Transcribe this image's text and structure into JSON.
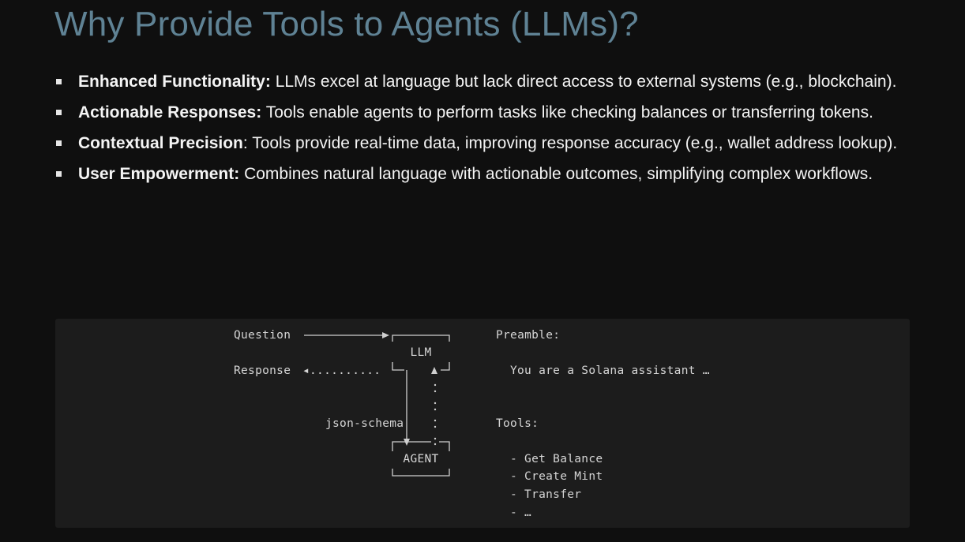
{
  "slide": {
    "title": "Why Provide Tools to Agents (LLMs)?",
    "bullets": [
      {
        "term": "Enhanced Functionality",
        "sep": ":",
        "text": " LLMs excel at language but lack direct access to external systems (e.g., blockchain)."
      },
      {
        "term": "Actionable Responses",
        "sep": ":",
        "text": " Tools enable agents to perform tasks like checking balances or transferring tokens."
      },
      {
        "term": "Contextual Precision",
        "sep": ":",
        "text": " Tools provide real-time data, improving response accuracy (e.g., wallet address lookup)."
      },
      {
        "term": "User Empowerment",
        "sep": ":",
        "text": " Combines natural language with actionable outcomes, simplifying complex workflows."
      }
    ]
  },
  "diagram": {
    "question_label": "Question",
    "response_label": "Response",
    "response_dots": "◂..........",
    "llm_label": "LLM",
    "agent_label": "AGENT",
    "schema_label": "json-schema",
    "preamble_heading": "Preamble:",
    "preamble_text": "You are a Solana assistant …",
    "tools_heading": "Tools:",
    "tools": [
      "- Get Balance",
      "- Create Mint",
      "- Transfer",
      "- …"
    ]
  }
}
